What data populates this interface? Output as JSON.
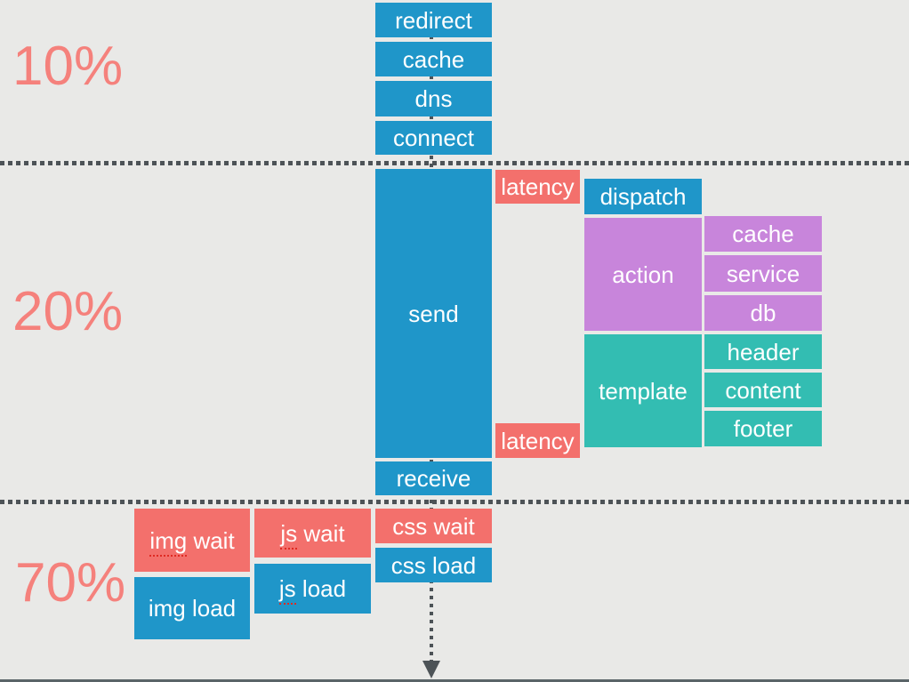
{
  "meta": {
    "description": "Page load time breakdown diagram",
    "colors": {
      "background": "#E9E9E7",
      "blue": "#1F96C9",
      "red": "#F3706C",
      "purple": "#C885DB",
      "teal": "#33BDB2",
      "percent_text": "#F5817C",
      "dotted_line": "#4D5357",
      "bottom_rule": "#5A6468",
      "spellcheck_underline": "#DF2B23"
    }
  },
  "sections": {
    "backend": {
      "percent": "10%"
    },
    "server": {
      "percent": "20%"
    },
    "frontend": {
      "percent": "70%"
    }
  },
  "boxes": {
    "redirect": "redirect",
    "cache": "cache",
    "dns": "dns",
    "connect": "connect",
    "send": "send",
    "latency_top": "latency",
    "latency_bottom": "latency",
    "dispatch": "dispatch",
    "action": "action",
    "action_cache": "cache",
    "service": "service",
    "db": "db",
    "template": "template",
    "header": "header",
    "content": "content",
    "footer": "footer",
    "receive": "receive",
    "css_wait": "css wait",
    "css_load": "css load",
    "js_wait": {
      "flagged": "js",
      "rest": " wait"
    },
    "js_load": {
      "flagged": "js",
      "rest": " load"
    },
    "img_wait": {
      "flagged": "img",
      "rest": " wait"
    },
    "img_load": "img load"
  }
}
